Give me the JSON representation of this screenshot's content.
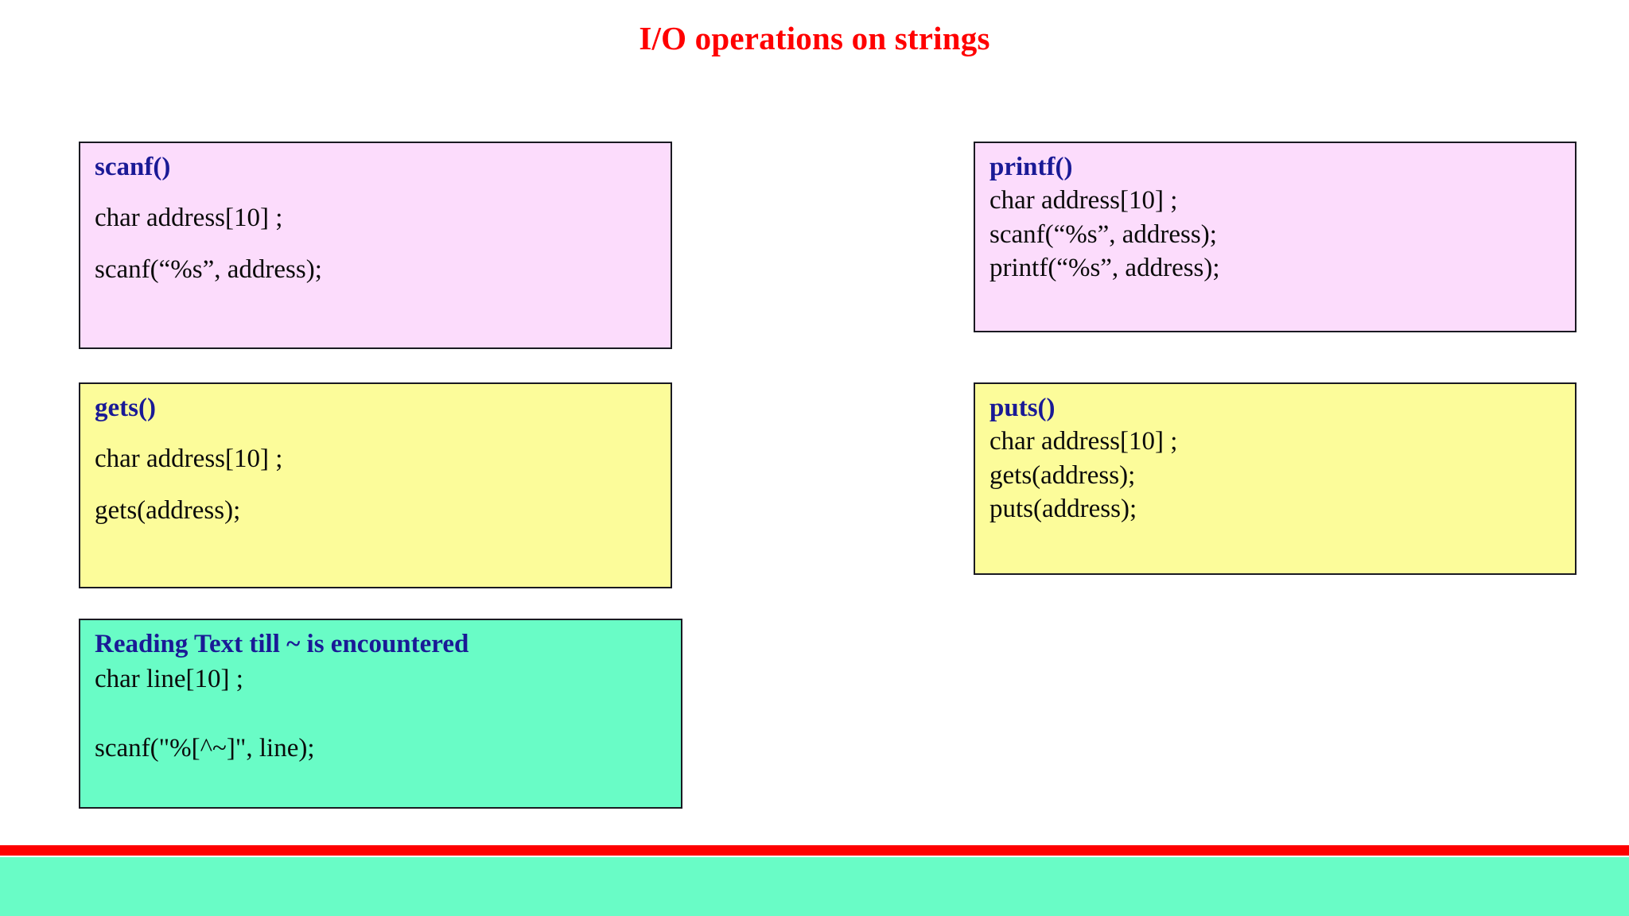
{
  "slide": {
    "title": "I/O operations on strings",
    "title_color": "#ff0000",
    "background_color": "#ffffff"
  },
  "theme": {
    "heading_color": "#1a1a96",
    "body_text_color": "#000000",
    "pink_box_fill": "#fcdcfc",
    "yellow_box_fill": "#fcfc9a",
    "green_box_fill": "#69fcc6",
    "box_border_color": "#1a1a22",
    "accent_red": "#fe0000"
  },
  "boxes": {
    "scanf": {
      "heading": "scanf()",
      "fill": "#fcdcfc",
      "lines": [
        "char address[10] ;",
        "scanf(“%s”, address);"
      ]
    },
    "printf": {
      "heading": "printf()",
      "fill": "#fcdcfc",
      "lines": [
        "char address[10] ;",
        "scanf(“%s”, address);",
        "printf(“%s”, address);"
      ]
    },
    "gets": {
      "heading": "gets()",
      "fill": "#fcfc9a",
      "lines": [
        "char address[10] ;",
        "gets(address);"
      ]
    },
    "puts": {
      "heading": "puts()",
      "fill": "#fcfc9a",
      "lines": [
        "char address[10] ;",
        "gets(address);",
        "puts(address);"
      ]
    },
    "reading_text": {
      "heading": "Reading Text till ~ is encountered",
      "fill": "#69fcc6",
      "lines": [
        "char line[10] ;",
        "scanf(\"%[^~]\", line);"
      ]
    }
  },
  "footer": {
    "red_bar_color": "#fe0000",
    "green_band_color": "#69fcc6"
  }
}
